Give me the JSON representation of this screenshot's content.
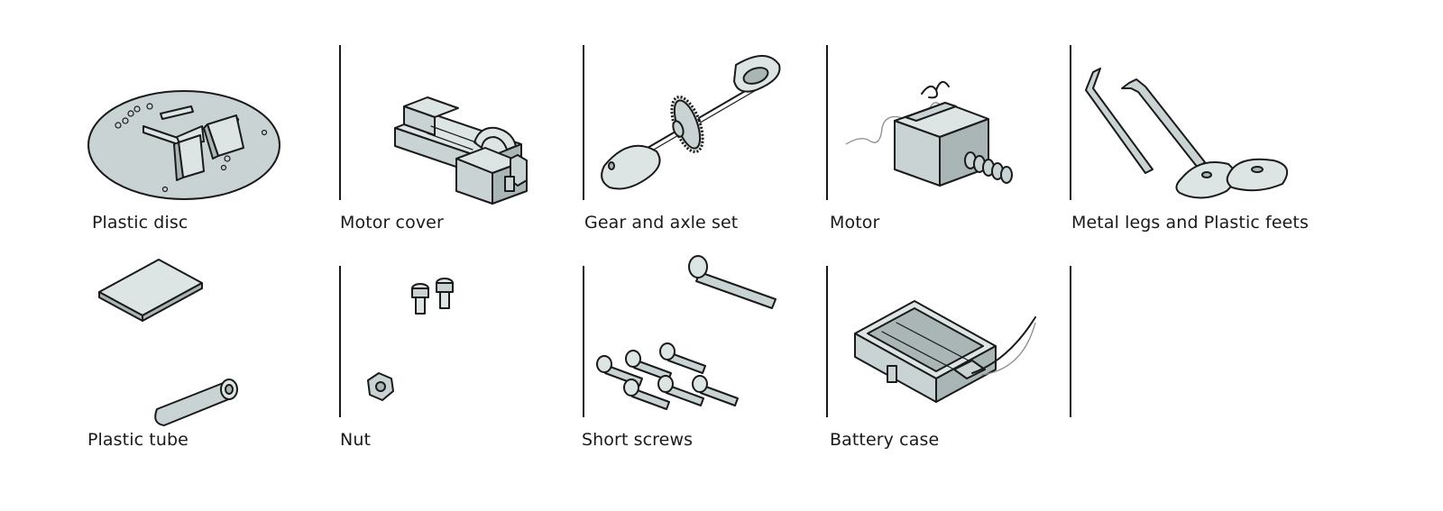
{
  "parts": [
    {
      "label": "Plastic disc",
      "icon": "plastic-disc-icon"
    },
    {
      "label": "Motor cover",
      "icon": "motor-cover-icon"
    },
    {
      "label": "Gear and axle set",
      "icon": "gear-axle-icon"
    },
    {
      "label": "Motor",
      "icon": "motor-icon"
    },
    {
      "label": "Metal legs and Plastic feets",
      "icon": "metal-legs-icon"
    },
    {
      "label": "Plastic tube",
      "icon": "plastic-tube-icon"
    },
    {
      "label": "Nut",
      "icon": "nut-icon"
    },
    {
      "label": "Short screws",
      "icon": "short-screws-icon"
    },
    {
      "label": "Battery case",
      "icon": "battery-case-icon"
    }
  ],
  "colors": {
    "fill": "#c9d3d3",
    "stroke": "#1a1a1a",
    "background": "#ffffff"
  }
}
